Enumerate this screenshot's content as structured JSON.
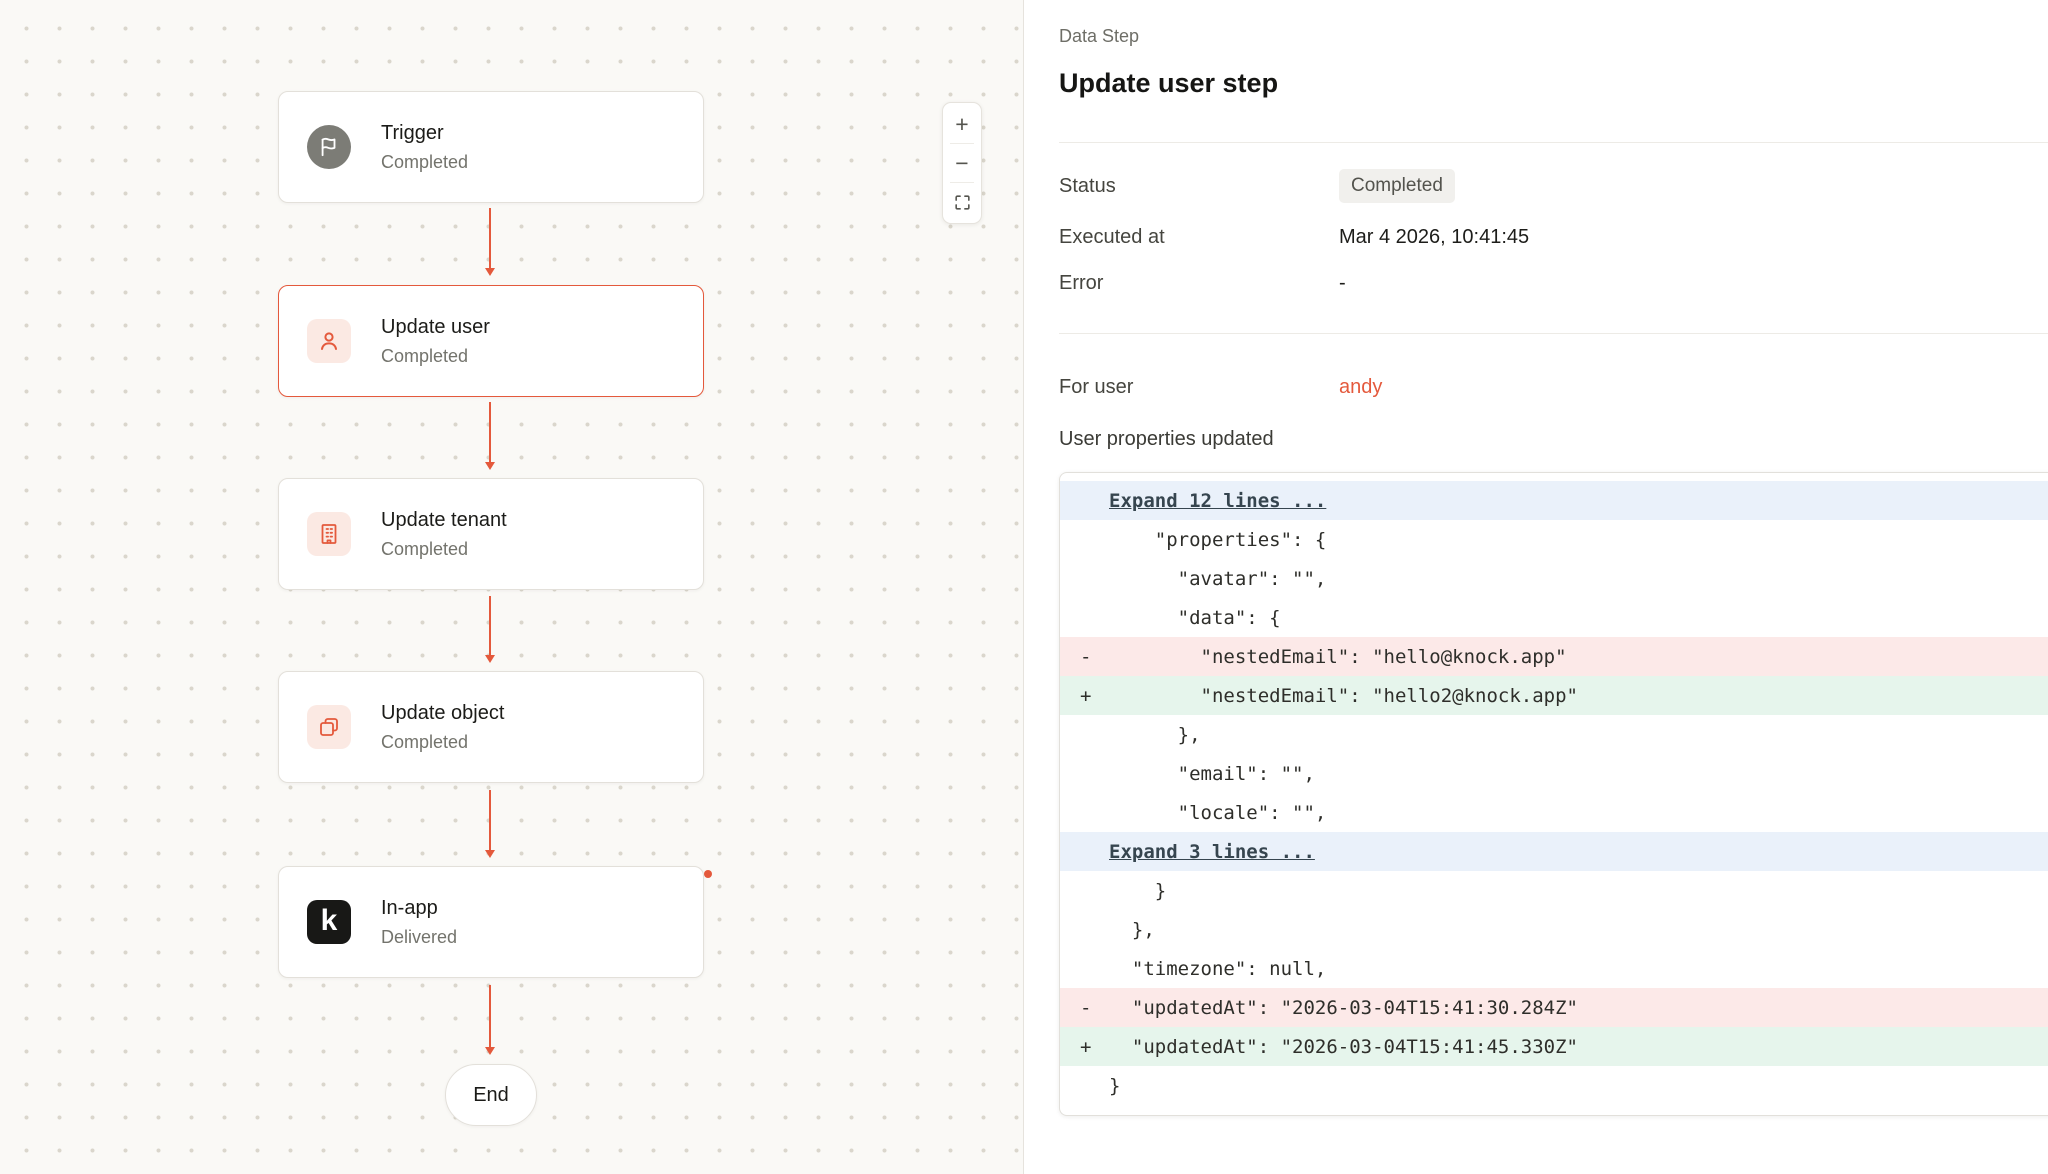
{
  "colors": {
    "accent": "#E4593C",
    "canvas_bg": "#FAF9F6",
    "badge_bg": "#F1F0ED",
    "diff_expand_bg": "#EAF1FA",
    "diff_deletion_bg": "#FCE9E8",
    "diff_addition_bg": "#E6F5EC"
  },
  "canvas": {
    "nodes": [
      {
        "title": "Trigger",
        "subtitle": "Completed"
      },
      {
        "title": "Update user",
        "subtitle": "Completed"
      },
      {
        "title": "Update tenant",
        "subtitle": "Completed"
      },
      {
        "title": "Update object",
        "subtitle": "Completed"
      },
      {
        "title": "In-app",
        "subtitle": "Delivered"
      }
    ],
    "knock_letter": "k",
    "end_label": "End",
    "zoom": {
      "in": "+",
      "out": "−"
    }
  },
  "panel": {
    "kicker": "Data Step",
    "title": "Update user step",
    "fields": [
      {
        "label": "Status",
        "value": "Completed"
      },
      {
        "label": "Executed at",
        "value": "Mar 4 2026, 10:41:45"
      },
      {
        "label": "Error",
        "value": "-"
      }
    ],
    "for_user": {
      "label": "For user",
      "value": "andy"
    },
    "diff_title": "User properties updated",
    "diff": {
      "rows": [
        {
          "type": "expand",
          "marker": "",
          "text": "Expand 12 lines ..."
        },
        {
          "type": "ctx",
          "marker": "",
          "text": "    \"properties\": {"
        },
        {
          "type": "ctx",
          "marker": "",
          "text": "      \"avatar\": \"\","
        },
        {
          "type": "ctx",
          "marker": "",
          "text": "      \"data\": {"
        },
        {
          "type": "del",
          "marker": "-",
          "text": "        \"nestedEmail\": \"hello@knock.app\""
        },
        {
          "type": "add",
          "marker": "+",
          "text": "        \"nestedEmail\": \"hello2@knock.app\""
        },
        {
          "type": "ctx",
          "marker": "",
          "text": "      },"
        },
        {
          "type": "ctx",
          "marker": "",
          "text": "      \"email\": \"\","
        },
        {
          "type": "ctx",
          "marker": "",
          "text": "      \"locale\": \"\","
        },
        {
          "type": "expand",
          "marker": "",
          "text": "Expand 3 lines ..."
        },
        {
          "type": "ctx",
          "marker": "",
          "text": "    }"
        },
        {
          "type": "ctx",
          "marker": "",
          "text": "  },"
        },
        {
          "type": "ctx",
          "marker": "",
          "text": "  \"timezone\": null,"
        },
        {
          "type": "del",
          "marker": "-",
          "text": "  \"updatedAt\": \"2026-03-04T15:41:30.284Z\""
        },
        {
          "type": "add",
          "marker": "+",
          "text": "  \"updatedAt\": \"2026-03-04T15:41:45.330Z\""
        },
        {
          "type": "ctx",
          "marker": "",
          "text": "}"
        }
      ]
    }
  }
}
